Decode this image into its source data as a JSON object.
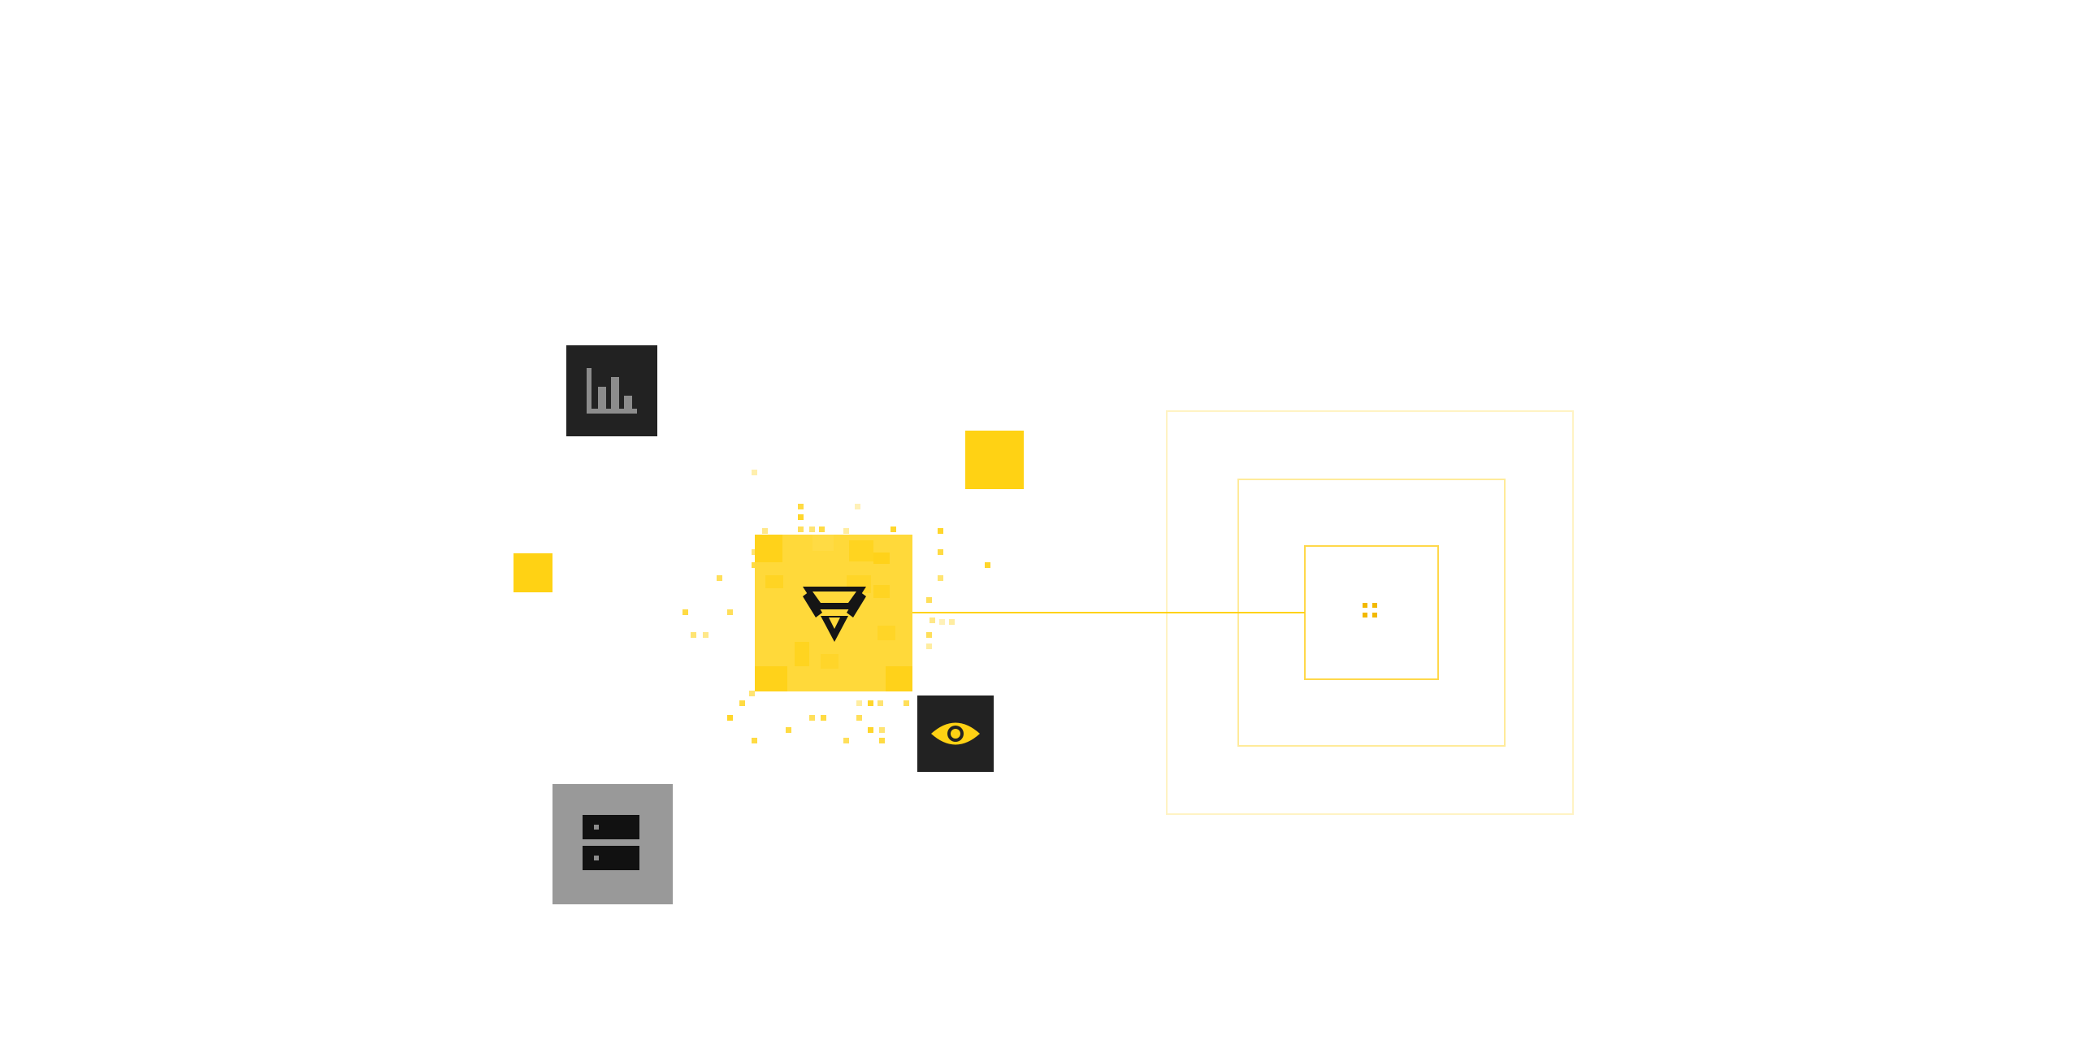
{
  "colors": {
    "background": "#ffffff",
    "accent": "#ffd214",
    "accent_light": "#ffda3a",
    "dark_tile": "#222222",
    "gray_tile": "#999999",
    "icon_gray": "#8c8c8c",
    "ink": "#111111"
  },
  "nodes": [
    {
      "id": "core",
      "icon": "brand-logo-icon",
      "role": "hub"
    },
    {
      "id": "analytics",
      "icon": "bar-chart-icon"
    },
    {
      "id": "monitor",
      "icon": "eye-icon"
    },
    {
      "id": "storage",
      "icon": "server-icon"
    }
  ],
  "decorations": {
    "target_rings": 3,
    "target_icon": "grid-dots-icon",
    "connector": "core-to-target"
  }
}
